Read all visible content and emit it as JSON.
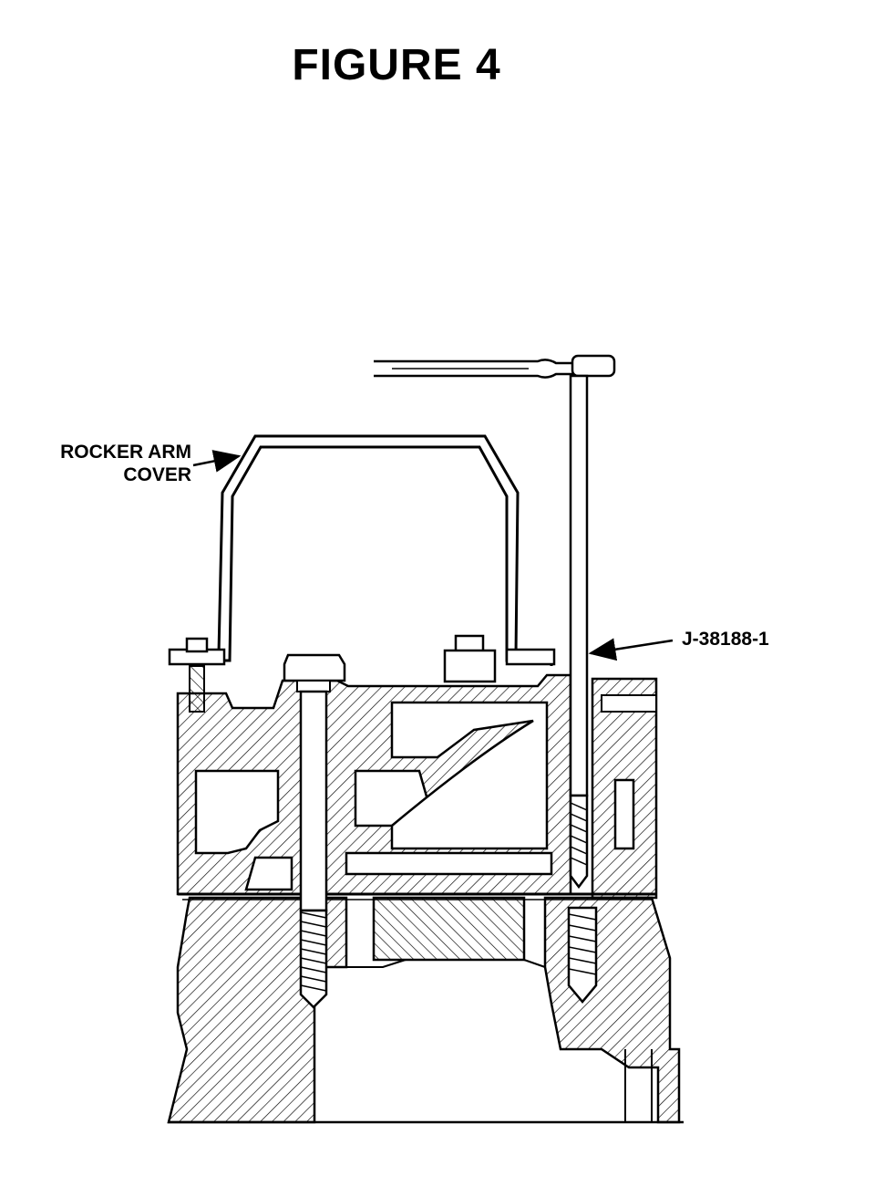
{
  "figure": {
    "title": "FIGURE 4",
    "callouts": [
      {
        "label_line1": "ROCKER ARM",
        "label_line2": "COVER"
      },
      {
        "label_line1": "J-38188-1"
      }
    ]
  },
  "colors": {
    "ink": "#000000",
    "paper": "#ffffff"
  }
}
